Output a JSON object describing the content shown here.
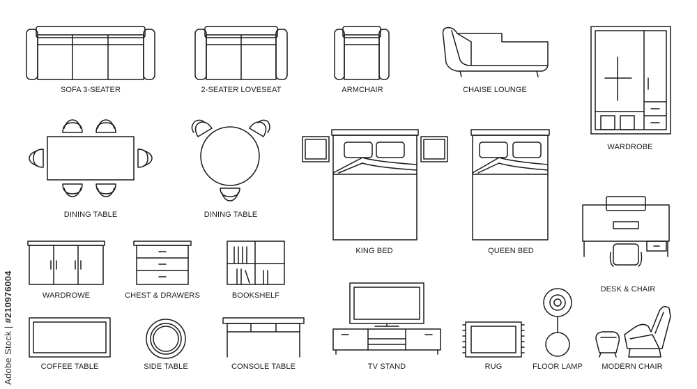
{
  "labels": {
    "sofa_3_seater": "SOFA 3-SEATER",
    "loveseat": "2-SEATER LOVESEAT",
    "armchair": "ARMCHAIR",
    "chaise_lounge": "CHAISE LOUNGE",
    "wardrobe": "WARDROBE",
    "dining_table_rect": "DINING TABLE",
    "dining_table_round": "DINING TABLE",
    "king_bed": "KING BED",
    "queen_bed": "QUEEN BED",
    "desk_chair": "DESK & CHAIR",
    "wardrowe": "WARDROWE",
    "chest_drawers": "CHEST & DRAWERS",
    "bookshelf": "BOOKSHELF",
    "coffee_table": "COFFEE TABLE",
    "side_table": "SIDE TABLE",
    "console_table": "CONSOLE TABLE",
    "tv_stand": "TV STAND",
    "rug": "RUG",
    "floor_lamp": "FLOOR LAMP",
    "modern_chair": "MODERN CHAIR"
  },
  "watermark": {
    "brand": "Adobe Stock",
    "separator": " | ",
    "id": "#210976004"
  },
  "colors": {
    "stroke": "#1a1a1a",
    "background": "#ffffff"
  }
}
